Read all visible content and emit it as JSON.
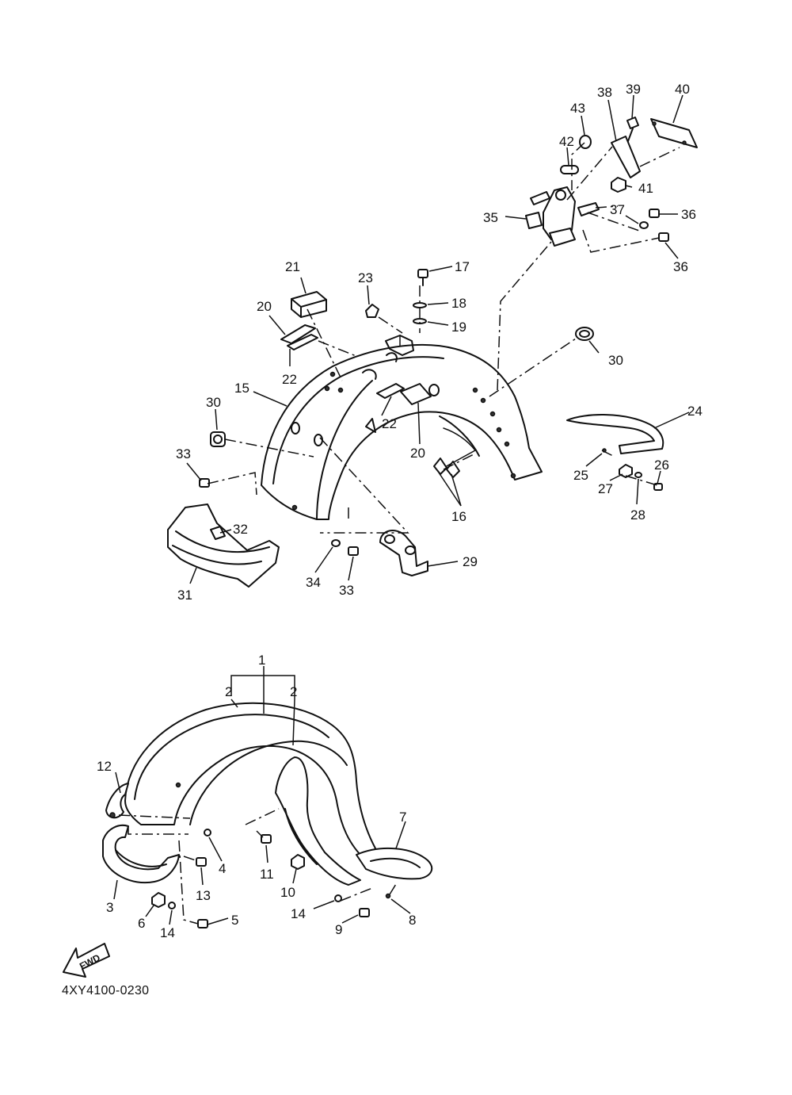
{
  "diagram": {
    "code": "4XY4100-0230",
    "fwd_label": "FWD",
    "callouts": [
      {
        "id": "c1",
        "label": "1"
      },
      {
        "id": "c2a",
        "label": "2"
      },
      {
        "id": "c2b",
        "label": "2"
      },
      {
        "id": "c3",
        "label": "3"
      },
      {
        "id": "c4",
        "label": "4"
      },
      {
        "id": "c5",
        "label": "5"
      },
      {
        "id": "c6",
        "label": "6"
      },
      {
        "id": "c7",
        "label": "7"
      },
      {
        "id": "c8",
        "label": "8"
      },
      {
        "id": "c9",
        "label": "9"
      },
      {
        "id": "c10",
        "label": "10"
      },
      {
        "id": "c11",
        "label": "11"
      },
      {
        "id": "c12",
        "label": "12"
      },
      {
        "id": "c13",
        "label": "13"
      },
      {
        "id": "c14a",
        "label": "14"
      },
      {
        "id": "c14b",
        "label": "14"
      },
      {
        "id": "c15",
        "label": "15"
      },
      {
        "id": "c16",
        "label": "16"
      },
      {
        "id": "c17",
        "label": "17"
      },
      {
        "id": "c18",
        "label": "18"
      },
      {
        "id": "c19",
        "label": "19"
      },
      {
        "id": "c20a",
        "label": "20"
      },
      {
        "id": "c20b",
        "label": "20"
      },
      {
        "id": "c21",
        "label": "21"
      },
      {
        "id": "c22a",
        "label": "22"
      },
      {
        "id": "c22b",
        "label": "22"
      },
      {
        "id": "c23",
        "label": "23"
      },
      {
        "id": "c24",
        "label": "24"
      },
      {
        "id": "c25",
        "label": "25"
      },
      {
        "id": "c26",
        "label": "26"
      },
      {
        "id": "c27",
        "label": "27"
      },
      {
        "id": "c28",
        "label": "28"
      },
      {
        "id": "c29",
        "label": "29"
      },
      {
        "id": "c30a",
        "label": "30"
      },
      {
        "id": "c30b",
        "label": "30"
      },
      {
        "id": "c31",
        "label": "31"
      },
      {
        "id": "c32",
        "label": "32"
      },
      {
        "id": "c33a",
        "label": "33"
      },
      {
        "id": "c33b",
        "label": "33"
      },
      {
        "id": "c34",
        "label": "34"
      },
      {
        "id": "c35",
        "label": "35"
      },
      {
        "id": "c36a",
        "label": "36"
      },
      {
        "id": "c36b",
        "label": "36"
      },
      {
        "id": "c37",
        "label": "37"
      },
      {
        "id": "c38",
        "label": "38"
      },
      {
        "id": "c39",
        "label": "39"
      },
      {
        "id": "c40",
        "label": "40"
      },
      {
        "id": "c41",
        "label": "41"
      },
      {
        "id": "c42",
        "label": "42"
      },
      {
        "id": "c43",
        "label": "43"
      }
    ]
  }
}
